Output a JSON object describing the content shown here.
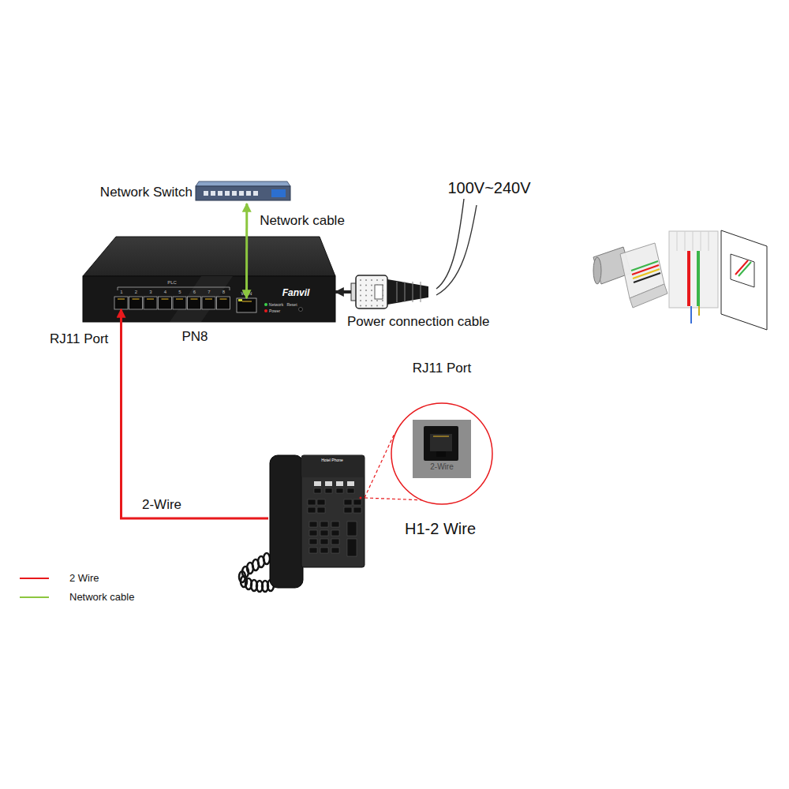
{
  "diagram": {
    "nodes": [
      {
        "text": [
          "Network Switch"
        ]
      },
      {
        "text": [
          "PN8"
        ]
      },
      {
        "text": [
          "RJ11 Port"
        ],
        "in": 1
      },
      {
        "text": [
          "WAN"
        ],
        "in": 1
      },
      {
        "text": [
          "Power connection cable"
        ]
      },
      {
        "text": [
          "H1-2 Wire"
        ]
      },
      {
        "text": [
          "RJ11 Port",
          "2-Wire"
        ]
      }
    ],
    "edges": [
      {
        "from": 3,
        "to": 0,
        "arrow": "both",
        "label": "Network cable"
      },
      {
        "from": 5,
        "to": 2,
        "arrow": "to",
        "label": "2-Wire"
      },
      {
        "from": 4,
        "to": 1,
        "arrow": "to"
      },
      {
        "from": 5,
        "to": 6,
        "arrow": "none"
      }
    ],
    "labels": [
      "100V~240V",
      "PLC",
      "1",
      "2",
      "3",
      "4",
      "5",
      "6",
      "7",
      "8",
      "Network",
      "Reset",
      "Power",
      "Fanvil",
      "Hotel Phone"
    ],
    "legend": [
      {
        "text": "2 Wire",
        "color": "#e8191c"
      },
      {
        "text": "Network cable",
        "color": "#8cc63f"
      }
    ]
  }
}
